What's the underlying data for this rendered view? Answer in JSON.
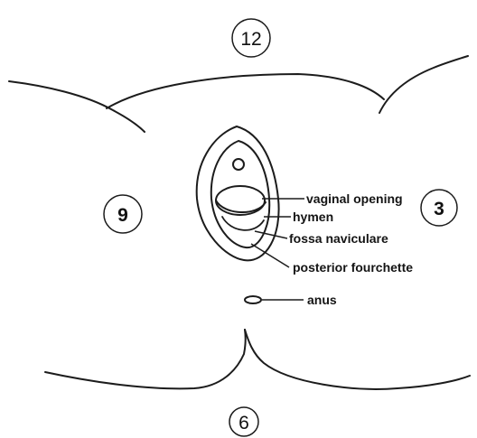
{
  "clock_positions": {
    "top": "12",
    "left": "9",
    "right": "3",
    "bottom": "6"
  },
  "labels": {
    "vaginal_opening": "vaginal opening",
    "hymen": "hymen",
    "fossa_naviculare": "fossa naviculare",
    "posterior_fourchette": "posterior fourchette",
    "anus": "anus"
  }
}
